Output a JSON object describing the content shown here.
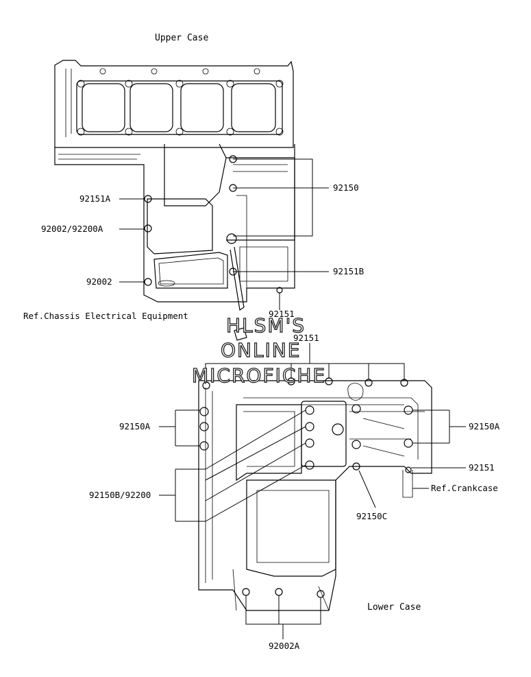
{
  "upper_case": {
    "title": "Upper Case",
    "labels": {
      "p92151A": "92151A",
      "p92002_92200A": "92002/92200A",
      "p92002": "92002",
      "p92150": "92150",
      "p92151B": "92151B",
      "p92151_top": "92151"
    }
  },
  "ref_chassis": "Ref.Chassis Electrical Equipment",
  "watermark": {
    "line1": "HLSM'S",
    "line2": "ONLINE",
    "line3": "MICROFICHE"
  },
  "lower_case": {
    "title": "Lower Case",
    "labels": {
      "p92151_mid": "92151",
      "p92150A_left": "92150A",
      "p92150A_right": "92150A",
      "p92151_right": "92151",
      "ref_crankcase": "Ref.Crankcase",
      "p92150B_92200": "92150B/92200",
      "p92150C": "92150C",
      "p92002A": "92002A"
    }
  }
}
